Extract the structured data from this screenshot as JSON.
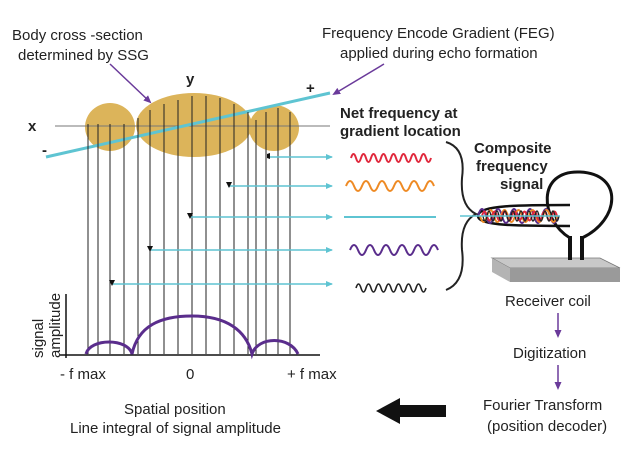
{
  "labels": {
    "body_cross_section_1": "Body cross -section",
    "body_cross_section_2": "determined by SSG",
    "feg_1": "Frequency Encode Gradient (FEG)",
    "feg_2": "applied during echo formation",
    "x_axis": "x",
    "y_axis": "y",
    "plus_sign": "+",
    "minus_sign": "-",
    "net_freq_1": "Net frequency at",
    "net_freq_2": "gradient location",
    "composite_1": "Composite",
    "composite_2": "frequency",
    "composite_3": "signal",
    "receiver_coil": "Receiver coil",
    "digitization": "Digitization",
    "fourier_1": "Fourier Transform",
    "fourier_2": "(position decoder)",
    "signal_axis_1": "signal",
    "signal_axis_2": "amplitude",
    "neg_fmax": "- f max",
    "zero": "0",
    "pos_fmax": "+ f max",
    "spatial_1": "Spatial position",
    "spatial_2": "Line integral of signal amplitude"
  },
  "colors": {
    "body_fill": "#dcb45a",
    "gradient_line": "#5ec4d2",
    "freq_arrow": "#5ec4d2",
    "wave_red": "#e0283c",
    "wave_orange": "#ee8a24",
    "wave_purple": "#5a2d8c",
    "wave_black": "#222222",
    "profile": "#5a2d8c",
    "callout_arrow": "#6a3a9a",
    "process_arrow": "#6a3a9a",
    "big_arrow": "#111111",
    "coil_plate": "#9a9a9a"
  },
  "icons": {
    "coil": "receiver-coil-icon",
    "arrow": "left-arrow-icon"
  }
}
